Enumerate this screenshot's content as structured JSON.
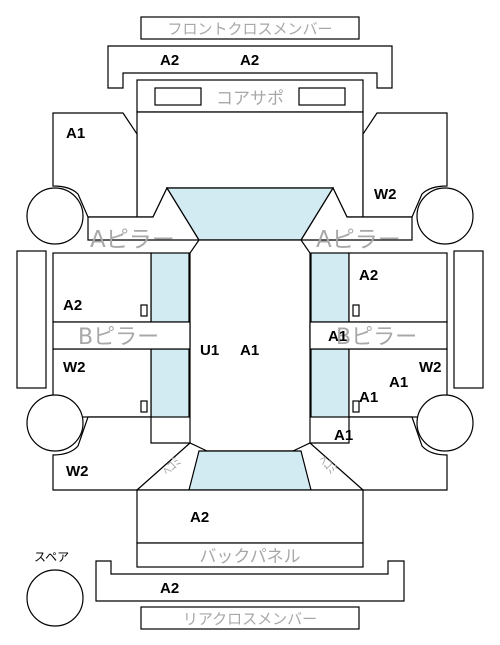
{
  "labels": {
    "front_cross_member": "フロントクロスメンバー",
    "core_support": "コアサポ",
    "a_pillar": "Aピラー",
    "b_pillar": "Bピラー",
    "back_panel": "バックパネル",
    "rear_cross_member": "リアクロスメンバー",
    "spare": "スペア",
    "dent_left": "ﾍｺﾐ",
    "dent_right": "ﾍｺﾐ"
  },
  "codes": {
    "front_member_left": "A2",
    "front_member_right": "A2",
    "front_left_fender": "A1",
    "front_right_fender": "W2",
    "front_left_door": "A2",
    "front_right_door": "A2",
    "roof_u": "U1",
    "roof_a": "A1",
    "b_pillar_right": "A1",
    "rear_left_door": "W2",
    "rear_right_door_a": "A1",
    "rear_right_door_b": "W2",
    "rear_right_door_c": "A1",
    "rear_right_fender": "A1",
    "rear_left_fender": "W2",
    "trunk": "A2",
    "rear_member": "A2"
  },
  "colors": {
    "glass": "#d2eaf1",
    "label_gray": "#a8a8a8",
    "line": "#000000"
  }
}
